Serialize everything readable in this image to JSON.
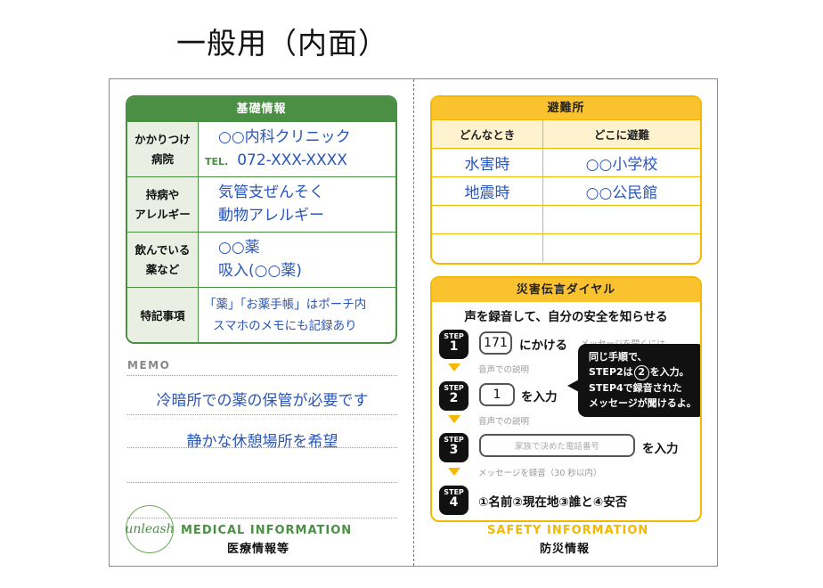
{
  "page_heading": "一般用（内面）",
  "medical": {
    "table_title": "基礎情報",
    "rows": [
      {
        "label_lines": [
          "かかりつけ",
          "病院"
        ],
        "value_lines": [
          "○○内科クリニック"
        ],
        "tel_label": "TEL.",
        "tel_value": "072-XXX-XXXX"
      },
      {
        "label_lines": [
          "持病や",
          "アレルギー"
        ],
        "value_lines": [
          "気管支ぜんそく",
          "動物アレルギー"
        ]
      },
      {
        "label_lines": [
          "飲んでいる",
          "薬など"
        ],
        "value_lines": [
          "○○薬",
          "吸入(○○薬)"
        ]
      },
      {
        "label_lines": [
          "特記事項"
        ],
        "value_lines": [
          "「薬」「お薬手帳」はポーチ内",
          "スマホのメモにも記録あり"
        ]
      }
    ],
    "memo_label": "MEMO",
    "memo_lines": [
      "冷暗所での薬の保管が必要です",
      "静かな休憩場所を希望"
    ],
    "logo_text": "unleash",
    "footer_en": "MEDICAL INFORMATION",
    "footer_ja": "医療情報等",
    "footer_en_color": "#4a8f44"
  },
  "evacuation": {
    "table_title": "避難所",
    "col_when": "どんなとき",
    "col_where": "どこに避難",
    "rows": [
      {
        "when": "水害時",
        "where": "○○小学校"
      },
      {
        "when": "地震時",
        "where": "○○公民館"
      },
      {
        "when": "",
        "where": ""
      },
      {
        "when": "",
        "where": ""
      }
    ]
  },
  "dial": {
    "title": "災害伝言ダイヤル",
    "subtitle": "声を録音して、自分の安全を知らせる",
    "step_word": "STEP",
    "steps": [
      {
        "num": "1",
        "box": "171",
        "action": "にかける",
        "note": "メッセージを聞くには"
      },
      {
        "num": "2",
        "box": "1",
        "action": "を入力",
        "note": "音声での説明"
      },
      {
        "num": "3",
        "box": "家族で決めた電話番号",
        "action": "を入力",
        "note": "音声での説明"
      },
      {
        "num": "4",
        "action": "①名前②現在地③誰と④安否",
        "note": "メッセージを録音（30 秒以内）"
      }
    ],
    "bubble": {
      "line1": "同じ手順で、",
      "line2_pre": "STEP2は",
      "line2_circled": "2",
      "line2_post": "を入力。",
      "line3": "STEP4で録音された",
      "line4": "メッセージが聞けるよ。"
    }
  },
  "safety_footer_en": "SAFETY INFORMATION",
  "safety_footer_ja": "防災情報",
  "safety_footer_en_color": "#f5b800",
  "colors": {
    "green": "#4a8f44",
    "yellow": "#f9c22e",
    "blue_text": "#2956b8"
  }
}
